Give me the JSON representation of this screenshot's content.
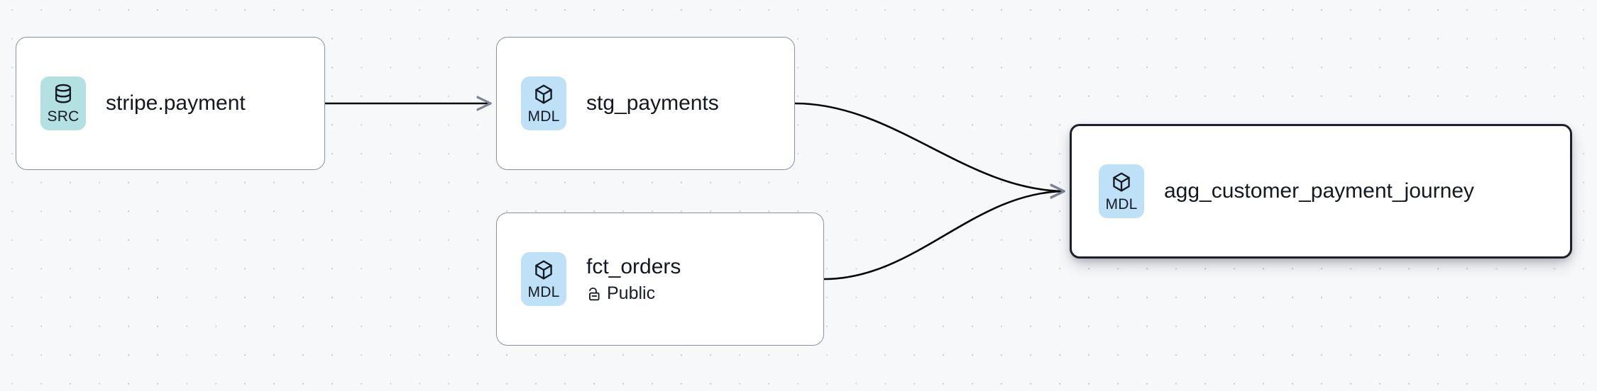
{
  "graph": {
    "background_color": "#f7f8fa",
    "dot_color": "#c9cdd6",
    "accent_selected_border": "#1b1f2e",
    "edge_color": "#050608",
    "nodes": [
      {
        "id": "source",
        "title": "stripe.payment",
        "badge_label": "SRC",
        "badge_icon": "database-icon",
        "badge_color": "#b3e0e0",
        "subtitle": "",
        "subtitle_icon": "",
        "selected": false
      },
      {
        "id": "stg",
        "title": "stg_payments",
        "badge_label": "MDL",
        "badge_icon": "cube-icon",
        "badge_color": "#bfe1f7",
        "subtitle": "",
        "subtitle_icon": "",
        "selected": false
      },
      {
        "id": "fct",
        "title": "fct_orders",
        "badge_label": "MDL",
        "badge_icon": "cube-icon",
        "badge_color": "#bfe1f7",
        "subtitle": "Public",
        "subtitle_icon": "unlock-icon",
        "selected": false
      },
      {
        "id": "agg",
        "title": "agg_customer_payment_journey",
        "badge_label": "MDL",
        "badge_icon": "cube-icon",
        "badge_color": "#bfe1f7",
        "subtitle": "",
        "subtitle_icon": "",
        "selected": true
      }
    ],
    "edges": [
      {
        "id": "e1",
        "from": "source",
        "to": "stg",
        "style": "straight",
        "arrow": true
      },
      {
        "id": "e2",
        "from": "stg",
        "to": "agg",
        "style": "bezier",
        "arrow": true
      },
      {
        "id": "e3",
        "from": "fct",
        "to": "agg",
        "style": "bezier",
        "arrow": true
      }
    ]
  }
}
